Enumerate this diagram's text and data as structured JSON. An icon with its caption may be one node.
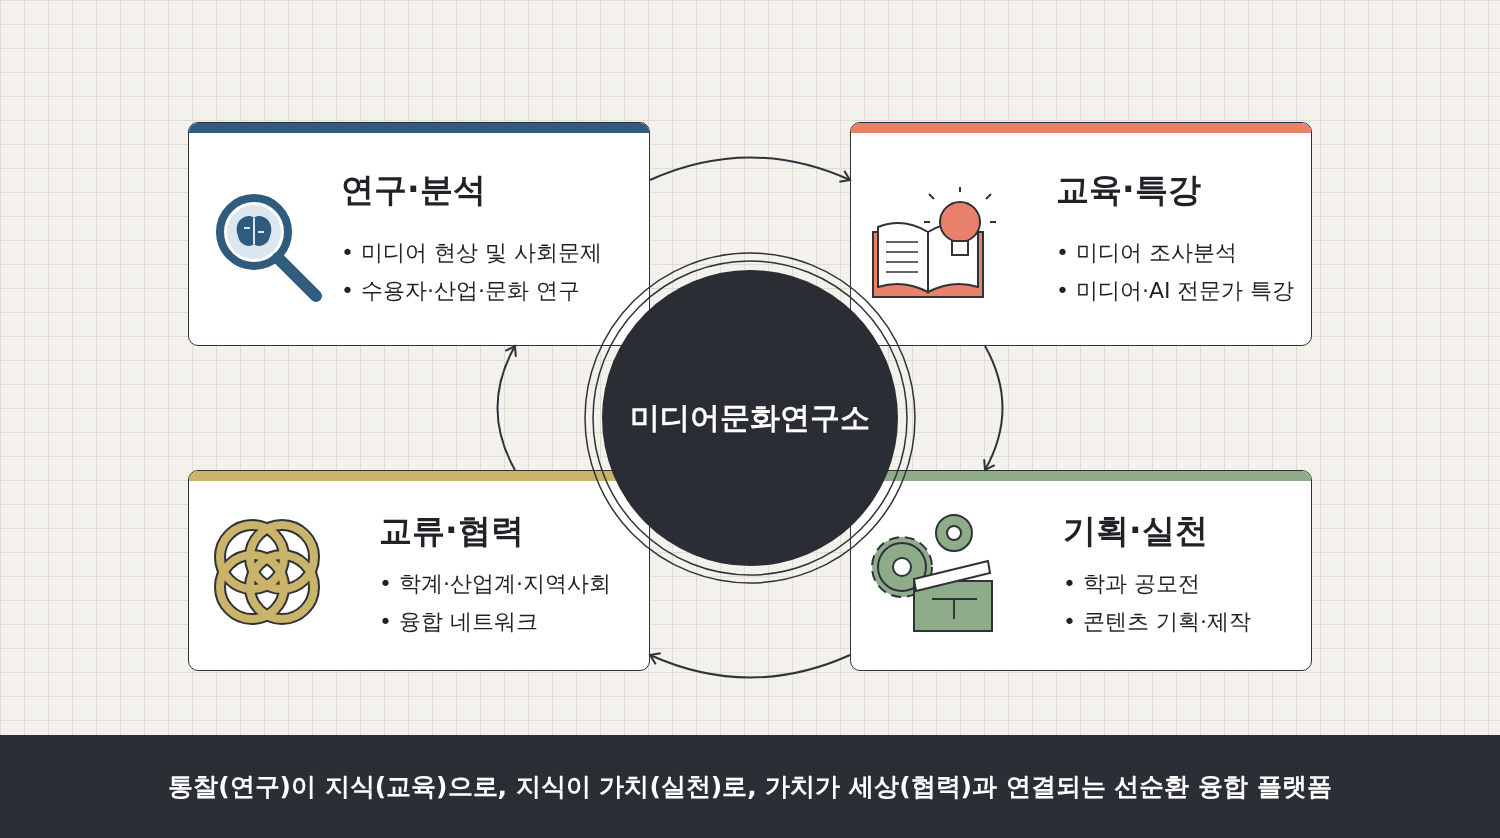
{
  "diagram": {
    "caption": "통찰(연구)이 지식(교육)으로, 지식이 가치(실천)로, 가치가 세상(협력)과 연결되는 선순환 융합 플랫폼",
    "nodes": [
      {
        "text": [
          "연구·분석",
          "• 미디어 현상 및 사회문제",
          "• 수용자·산업·문화 연구"
        ]
      },
      {
        "text": [
          "교육·특강",
          "• 미디어 조사분석",
          "• 미디어·AI 전문가 특강"
        ]
      },
      {
        "text": [
          "미디어문화연구소"
        ]
      },
      {
        "text": [
          "교류·협력",
          "• 학계·산업계·지역사회",
          "• 융합 네트워크"
        ]
      },
      {
        "text": [
          "기획·실천",
          "• 학과 공모전",
          "• 콘텐츠 기획·제작"
        ]
      }
    ],
    "edges": [
      {
        "from": 0,
        "to": 1,
        "arrow": "to"
      },
      {
        "from": 1,
        "to": 4,
        "arrow": "to"
      },
      {
        "from": 4,
        "to": 3,
        "arrow": "to"
      },
      {
        "from": 3,
        "to": 0,
        "arrow": "to"
      }
    ]
  }
}
